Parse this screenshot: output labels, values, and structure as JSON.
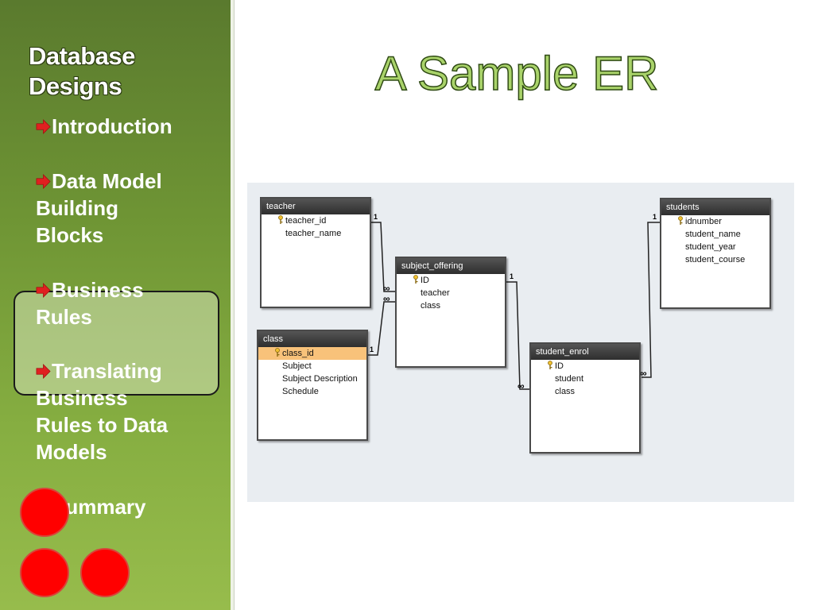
{
  "sidebar": {
    "title_line1": "Database",
    "title_line2": "Designs",
    "items": [
      {
        "lines": [
          "Introduction"
        ]
      },
      {
        "lines": [
          "Data Model",
          "Building",
          "Blocks"
        ]
      },
      {
        "lines": [
          "Business",
          "Rules"
        ]
      },
      {
        "lines": [
          "Translating",
          "Business",
          "Rules to Data",
          "Models"
        ]
      },
      {
        "lines": [
          "Summary"
        ]
      }
    ]
  },
  "slide": {
    "title": "A Sample ER"
  },
  "er": {
    "teacher": {
      "name": "teacher",
      "fields": [
        "teacher_id",
        "teacher_name"
      ]
    },
    "class": {
      "name": "class",
      "fields": [
        "class_id",
        "Subject",
        "Subject Description",
        "Schedule"
      ]
    },
    "subject_offering": {
      "name": "subject_offering",
      "fields": [
        "ID",
        "teacher",
        "class"
      ]
    },
    "student_enrol": {
      "name": "student_enrol",
      "fields": [
        "ID",
        "student",
        "class"
      ]
    },
    "students": {
      "name": "students",
      "fields": [
        "idnumber",
        "student_name",
        "student_year",
        "student_course"
      ]
    },
    "cardinality": {
      "one": "1",
      "many": "∞"
    }
  },
  "colors": {
    "bullet": "#e02020",
    "dot": "#ff0000",
    "title_fill": "#a9d36a"
  }
}
